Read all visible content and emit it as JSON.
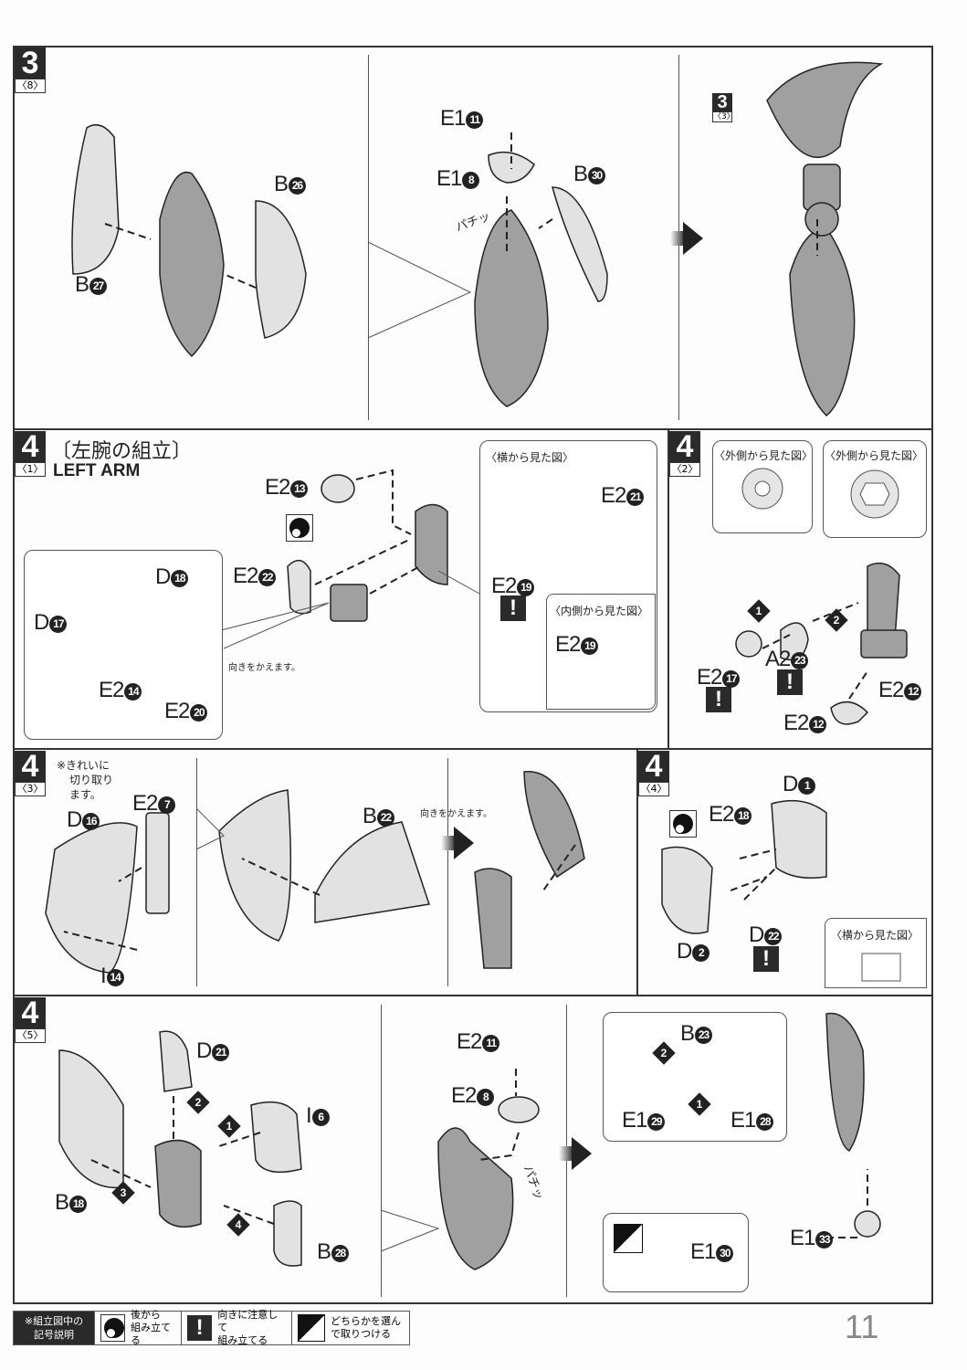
{
  "steps": {
    "s3_8": {
      "num": "3",
      "sub": "〈8〉"
    },
    "s3_3": {
      "num": "3",
      "sub": "〈3〉"
    },
    "s4_1": {
      "num": "4",
      "sub": "〈1〉",
      "title": "〔左腕の組立〕",
      "subtitle": "LEFT ARM"
    },
    "s4_2": {
      "num": "4",
      "sub": "〈2〉"
    },
    "s4_3": {
      "num": "4",
      "sub": "〈3〉",
      "note": [
        "※きれいに",
        "切り取り",
        "ます。"
      ]
    },
    "s4_4": {
      "num": "4",
      "sub": "〈4〉"
    },
    "s4_5": {
      "num": "4",
      "sub": "〈5〉"
    }
  },
  "parts": [
    {
      "p": "B",
      "n": "26"
    },
    {
      "p": "B",
      "n": "27"
    },
    {
      "p": "E1",
      "n": "11"
    },
    {
      "p": "E1",
      "n": "8"
    },
    {
      "p": "B",
      "n": "30"
    },
    {
      "p": "E2",
      "n": "13"
    },
    {
      "p": "E2",
      "n": "22"
    },
    {
      "p": "D",
      "n": "18"
    },
    {
      "p": "D",
      "n": "17"
    },
    {
      "p": "E2",
      "n": "14"
    },
    {
      "p": "E2",
      "n": "20"
    },
    {
      "p": "E2",
      "n": "21"
    },
    {
      "p": "E2",
      "n": "19"
    },
    {
      "p": "E2",
      "n": "19"
    },
    {
      "p": "E2",
      "n": "17"
    },
    {
      "p": "A2",
      "n": "23"
    },
    {
      "p": "E2",
      "n": "12"
    },
    {
      "p": "E2",
      "n": "12"
    },
    {
      "p": "E2",
      "n": "7"
    },
    {
      "p": "D",
      "n": "16"
    },
    {
      "p": "I",
      "n": "14"
    },
    {
      "p": "B",
      "n": "22"
    },
    {
      "p": "D",
      "n": "1"
    },
    {
      "p": "E2",
      "n": "18"
    },
    {
      "p": "D",
      "n": "2"
    },
    {
      "p": "D",
      "n": "22"
    },
    {
      "p": "D",
      "n": "21"
    },
    {
      "p": "I",
      "n": "6"
    },
    {
      "p": "B",
      "n": "18"
    },
    {
      "p": "B",
      "n": "28"
    },
    {
      "p": "E2",
      "n": "11"
    },
    {
      "p": "E2",
      "n": "8"
    },
    {
      "p": "B",
      "n": "23"
    },
    {
      "p": "E1",
      "n": "29"
    },
    {
      "p": "E1",
      "n": "28"
    },
    {
      "p": "E1",
      "n": "33"
    },
    {
      "p": "E1",
      "n": "30"
    }
  ],
  "sfx": {
    "snap1": "パチッ",
    "snap2": "パチッ"
  },
  "callouts": {
    "side_view": "〈横から見た図〉",
    "inner_view": "〈内側から見た図〉",
    "outer_view_1": "〈外側から見た図〉",
    "outer_view_2": "〈外側から見た図〉",
    "side_view_2": "〈横から見た図〉",
    "turn_around_1": "向きをかえます。",
    "turn_around_2": "向きをかえます。"
  },
  "order_marks": [
    "1",
    "2",
    "1",
    "2",
    "3",
    "4",
    "1",
    "2"
  ],
  "footer": {
    "heading": [
      "※組立図中の",
      "記号説明"
    ],
    "legend": [
      {
        "icon": "back-assembly-icon",
        "text": [
          "後から",
          "組み立てる"
        ]
      },
      {
        "icon": "caution-icon",
        "text": [
          "向きに注意して",
          "組み立てる"
        ],
        "glyph": "!"
      },
      {
        "icon": "choose-one-icon",
        "text": [
          "どちらかを選ん",
          "で取りつける"
        ]
      }
    ]
  },
  "page_number": "11",
  "warn_glyph": "!",
  "colors": {
    "part_dark": "#9b9b9b",
    "part_light": "#dedede",
    "ink": "#222222"
  }
}
